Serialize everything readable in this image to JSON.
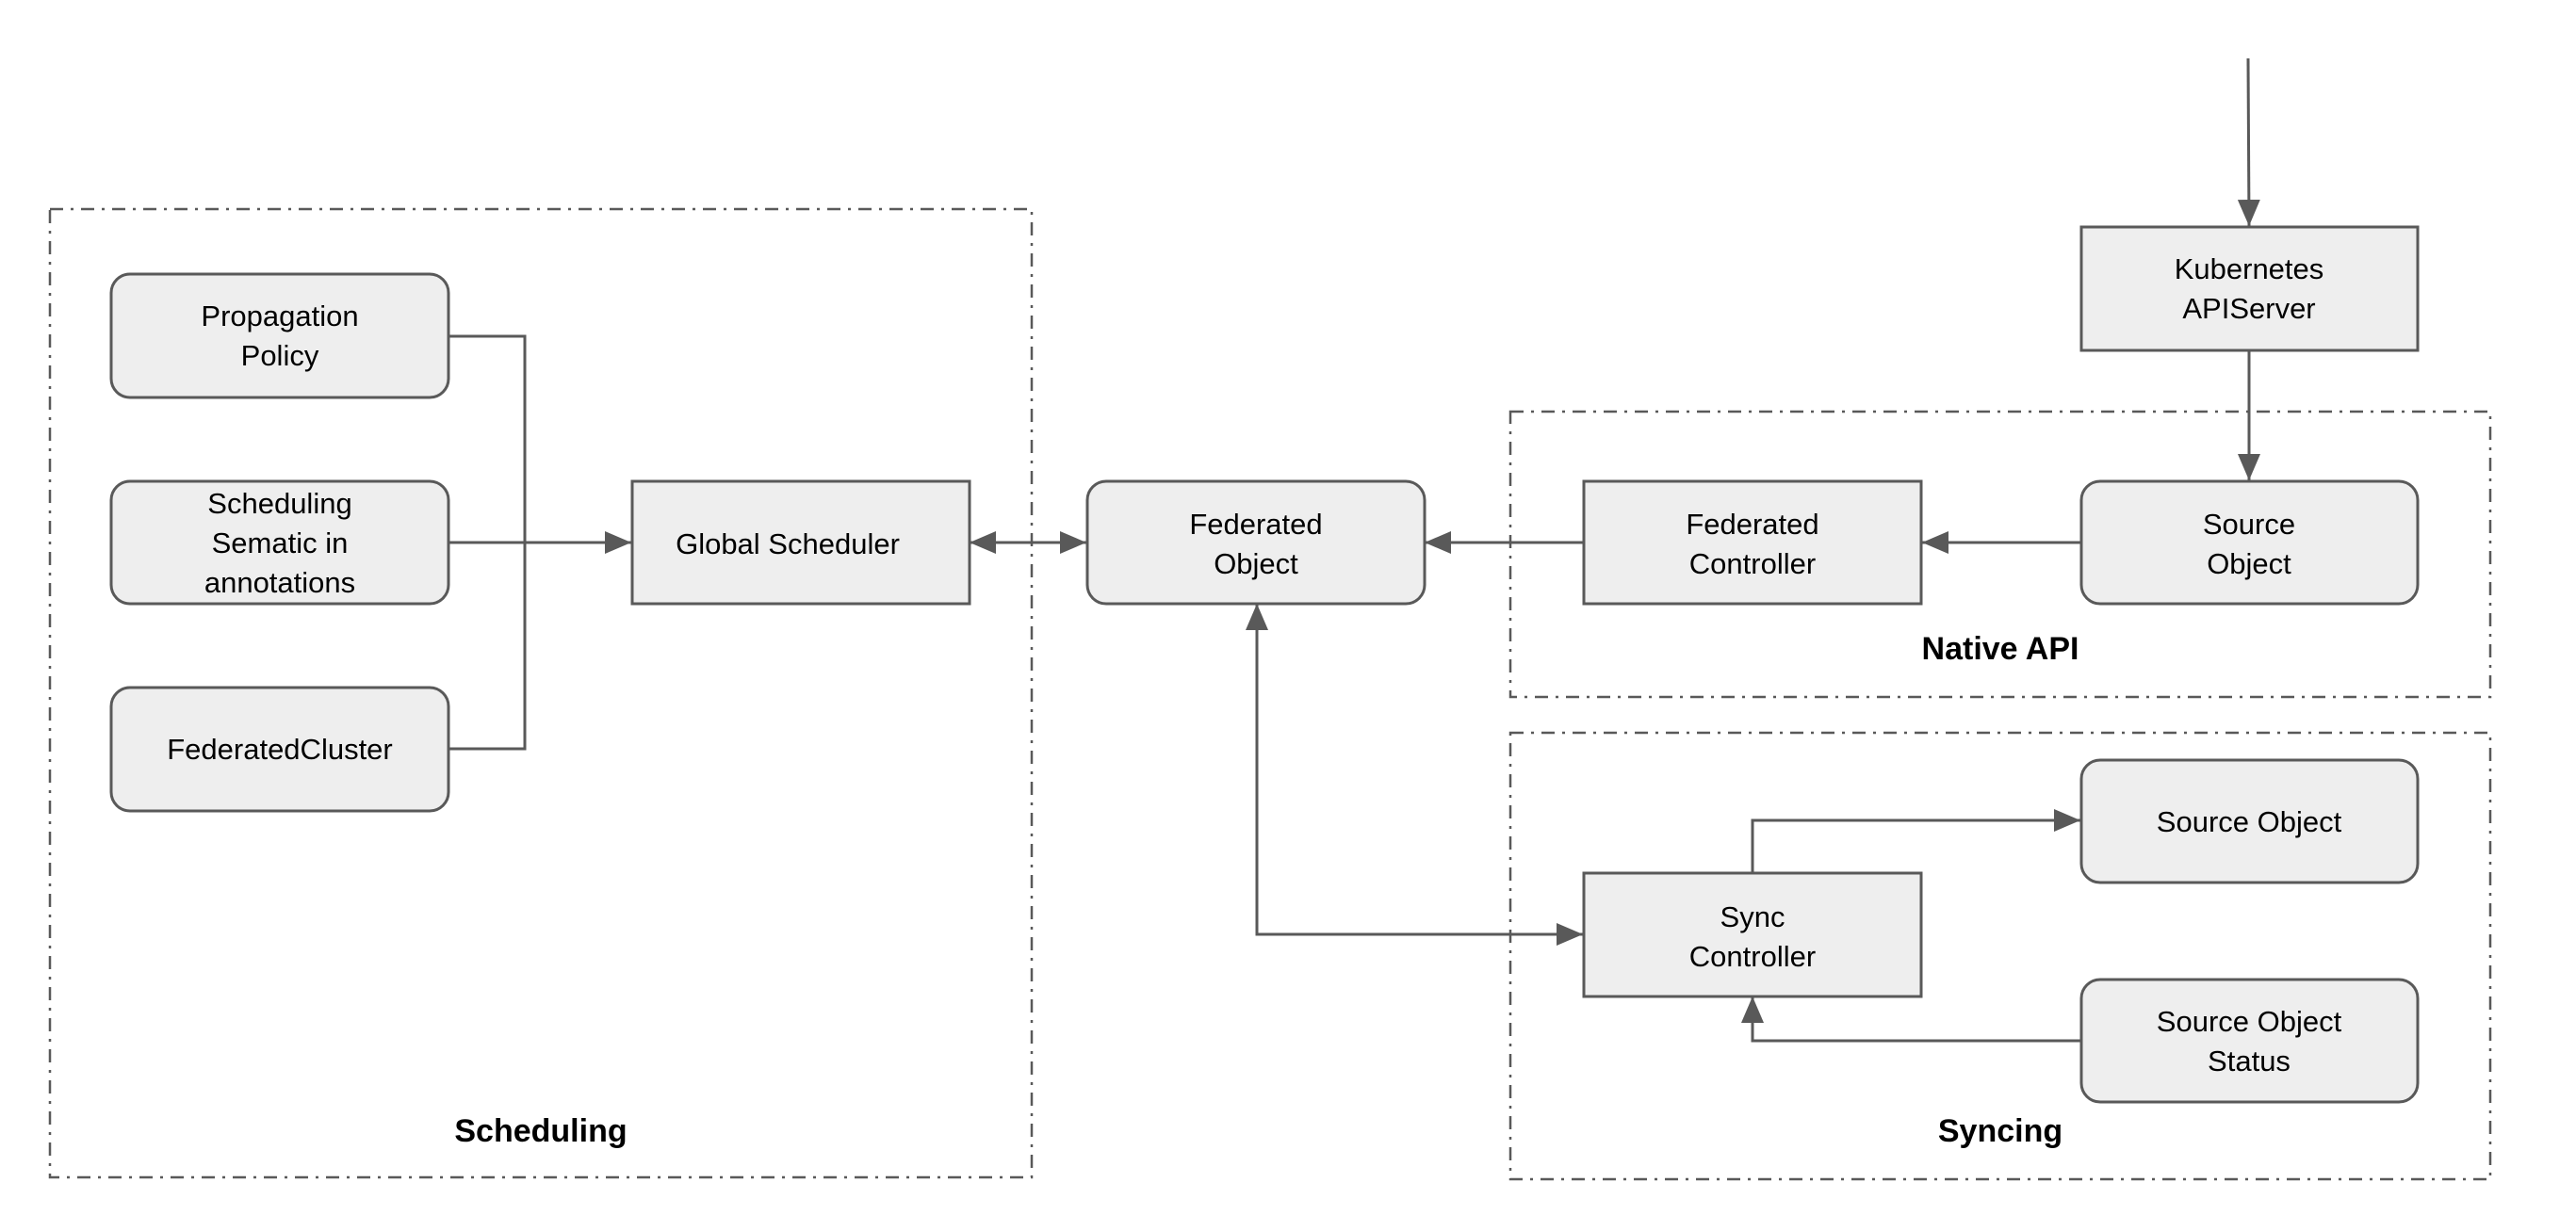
{
  "colors": {
    "node_fill": "#eeeeee",
    "node_stroke": "#595959",
    "edge": "#595959",
    "group_border": "#595959",
    "text": "#000000",
    "background": "#ffffff"
  },
  "groups": {
    "scheduling": {
      "label": "Scheduling"
    },
    "native_api": {
      "label": "Native API"
    },
    "syncing": {
      "label": "Syncing"
    }
  },
  "nodes": {
    "propagation_policy": {
      "lines": [
        "Propagation",
        "Policy"
      ],
      "shape": "rounded"
    },
    "scheduling_semantic": {
      "lines": [
        "Scheduling",
        "Sematic in",
        "annotations"
      ],
      "shape": "rounded"
    },
    "federated_cluster": {
      "lines": [
        "FederatedCluster"
      ],
      "shape": "rounded"
    },
    "global_scheduler": {
      "lines": [
        "Global Scheduler"
      ],
      "shape": "rect"
    },
    "federated_object": {
      "lines": [
        "Federated",
        "Object"
      ],
      "shape": "rounded"
    },
    "federated_controller": {
      "lines": [
        "Federated",
        "Controller"
      ],
      "shape": "rect"
    },
    "source_object_native": {
      "lines": [
        "Source",
        "Object"
      ],
      "shape": "rounded"
    },
    "kubernetes_apiserver": {
      "lines": [
        "Kubernetes",
        "APIServer"
      ],
      "shape": "rect"
    },
    "sync_controller": {
      "lines": [
        "Sync",
        "Controller"
      ],
      "shape": "rect"
    },
    "source_object_sync": {
      "lines": [
        "Source Object"
      ],
      "shape": "rounded"
    },
    "source_object_status": {
      "lines": [
        "Source Object",
        "Status"
      ],
      "shape": "rounded"
    }
  },
  "edges": [
    {
      "from": "propagation_policy",
      "to": "global_scheduler"
    },
    {
      "from": "scheduling_semantic",
      "to": "global_scheduler"
    },
    {
      "from": "federated_cluster",
      "to": "global_scheduler"
    },
    {
      "from": "global_scheduler",
      "to": "federated_object",
      "bidirectional": true
    },
    {
      "from": "federated_controller",
      "to": "federated_object"
    },
    {
      "from": "source_object_native",
      "to": "federated_controller"
    },
    {
      "from": "kubernetes_apiserver",
      "to": "source_object_native"
    },
    {
      "from": "external",
      "to": "kubernetes_apiserver"
    },
    {
      "from": "federated_object",
      "to": "sync_controller",
      "bidirectional": true
    },
    {
      "from": "sync_controller",
      "to": "source_object_sync"
    },
    {
      "from": "source_object_status",
      "to": "sync_controller"
    }
  ]
}
